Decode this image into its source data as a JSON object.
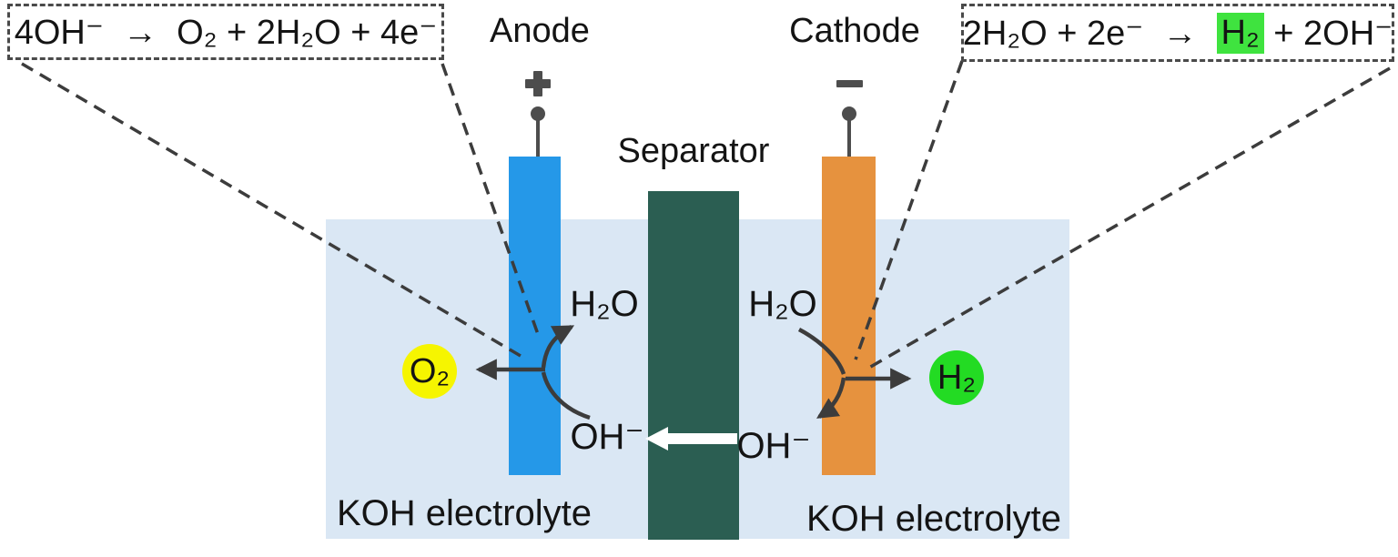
{
  "diagram": {
    "type": "alkaline-water-electrolysis-cell"
  },
  "equations": {
    "anode_text": "4OH⁻  →  O₂ + 2H₂O + 4e⁻",
    "cathode_pre": "2H₂O + 2e⁻  →  ",
    "cathode_highlight": "H₂",
    "cathode_post": " + 2OH⁻"
  },
  "labels": {
    "anode": "Anode",
    "cathode": "Cathode",
    "separator": "Separator",
    "koh_left": "KOH electrolyte",
    "koh_right": "KOH electrolyte"
  },
  "species": {
    "o2_bubble": "O₂",
    "h2_bubble": "H₂",
    "h2o_anode": "H₂O",
    "oh_anode": "OH⁻",
    "h2o_cathode": "H₂O",
    "oh_cathode": "OH⁻"
  },
  "icons": {
    "anode_terminal": "plus-icon",
    "cathode_terminal": "minus-icon",
    "oh_transport": "white-left-arrow-icon"
  },
  "colors": {
    "anode_electrode": "#2598e8",
    "cathode_electrode": "#e6923e",
    "separator": "#2b5e52",
    "electrolyte": "#dae7f4",
    "o2_bubble": "#f6f500",
    "h2_bubble": "#23db23",
    "h2_highlight": "#3fe33f",
    "terminal_gray": "#4d4d4d",
    "line_dark": "#3c3c3c"
  }
}
